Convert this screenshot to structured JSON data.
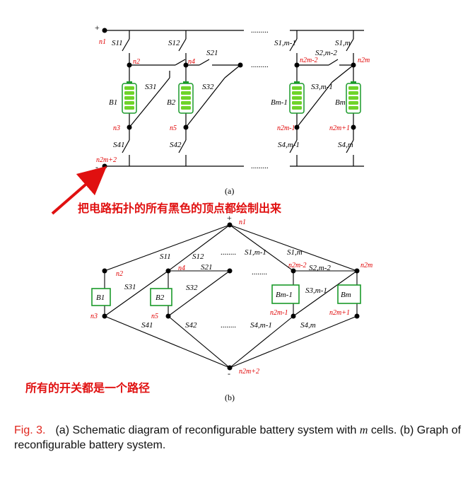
{
  "panel_a": {
    "label": "(a)",
    "plus": "+",
    "minus": "-",
    "dots": ".........",
    "nodes": {
      "n1": "n1",
      "n2": "n2",
      "n4": "n4",
      "n2m_2": "n2m-2",
      "n2m": "n2m",
      "n3": "n3",
      "n5": "n5",
      "n2m_1": "n2m-1",
      "n2m1": "n2m+1",
      "n2m2": "n2m+2"
    },
    "switches": {
      "s11": "S11",
      "s12": "S12",
      "s1m1": "S1,m-1",
      "s1m": "S1,m",
      "s21": "S21",
      "s2m2": "S2,m-2",
      "s31": "S31",
      "s32": "S32",
      "s3m1": "S3,m-1",
      "s41": "S41",
      "s42": "S42",
      "s4m1": "S4,m-1",
      "s4m": "S4,m"
    },
    "batteries": {
      "b1": "B1",
      "b2": "B2",
      "bm1": "Bm-1",
      "bm": "Bm"
    }
  },
  "annotation_top": "把电路拓扑的所有黑色的顶点都绘制出来",
  "annotation_bottom": "所有的开关都是一个路径",
  "panel_b": {
    "label": "(b)",
    "plus": "+",
    "minus": "-",
    "dots": "........",
    "nodes": {
      "n1": "n1",
      "n2": "n2",
      "n4": "n4",
      "n2m_2": "n2m-2",
      "n2m": "n2m",
      "n3": "n3",
      "n5": "n5",
      "n2m_1": "n2m-1",
      "n2m1": "n2m+1",
      "n2m2": "n2m+2"
    },
    "edges": {
      "s11": "S11",
      "s12": "S12",
      "s1m1": "S1,m-1",
      "s1m": "S1,m",
      "s21": "S21",
      "s2m2": "S2,m-2",
      "s31": "S31",
      "s32": "S32",
      "s3m1": "S3,m-1",
      "s41": "S41",
      "s42": "S42",
      "s4m1": "S4,m-1",
      "s4m": "S4,m"
    },
    "batteries": {
      "b1": "B1",
      "b2": "B2",
      "bm1": "Bm-1",
      "bm": "Bm"
    }
  },
  "caption": {
    "fig": "Fig. 3.",
    "text_before_m": "(a) Schematic diagram of reconfigurable battery system with",
    "m": "m",
    "text_after_m": "cells. (b) Graph of reconfigurable battery system."
  },
  "colors": {
    "annotation": "#e01010",
    "node_label": "#e00000",
    "battery_box": "#1a9a2a",
    "battery_fill": "#6fd42a",
    "caption_fig": "#e0261e"
  }
}
